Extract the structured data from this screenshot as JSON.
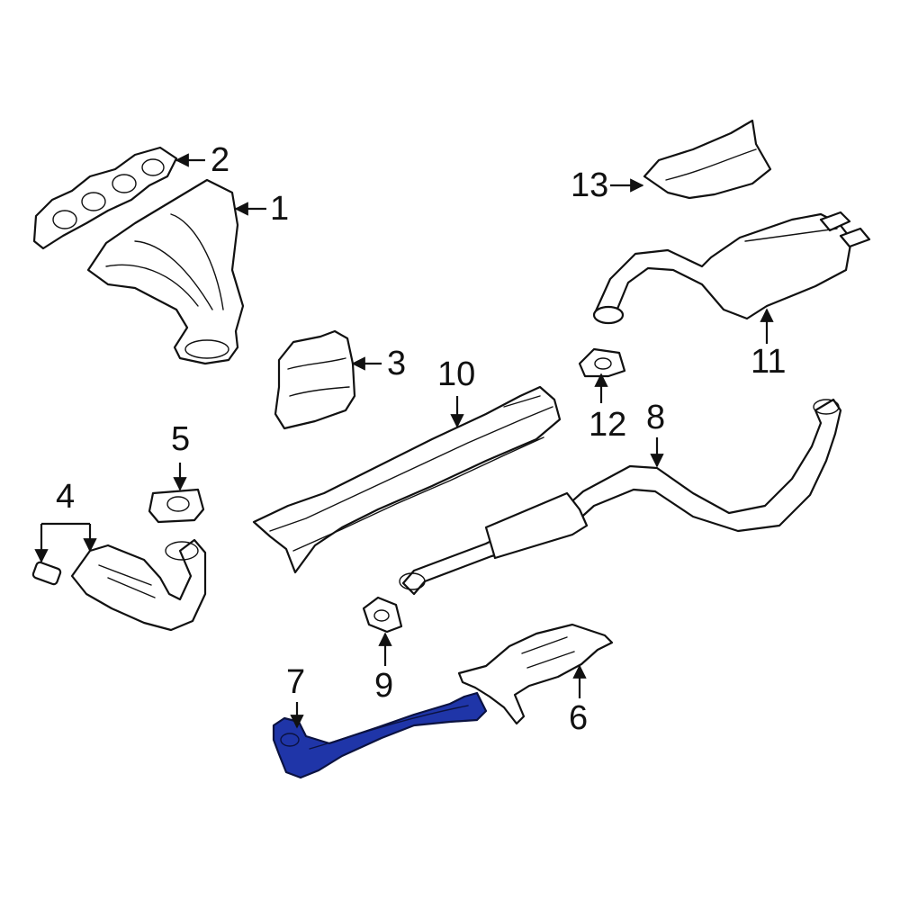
{
  "callouts": {
    "c1": "1",
    "c2": "2",
    "c3": "3",
    "c4": "4",
    "c5": "5",
    "c6": "6",
    "c7": "7",
    "c8": "8",
    "c9": "9",
    "c10": "10",
    "c11": "11",
    "c12": "12",
    "c13": "13"
  },
  "colors": {
    "highlight": "#1f35a8",
    "line": "#111111",
    "background": "#ffffff"
  }
}
